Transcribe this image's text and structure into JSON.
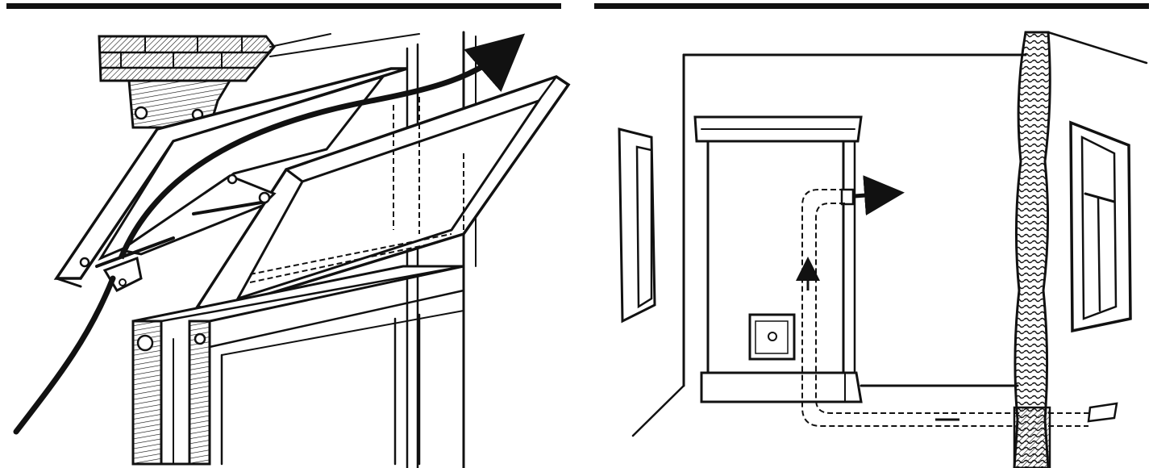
{
  "figure": {
    "panels": [
      {
        "id": "transom-window",
        "icon": "transom-window-airflow-illustration"
      },
      {
        "id": "stove-room",
        "icon": "stove-room-airflow-illustration"
      }
    ],
    "colors": {
      "ink": "#111111",
      "paper": "#ffffff"
    }
  }
}
